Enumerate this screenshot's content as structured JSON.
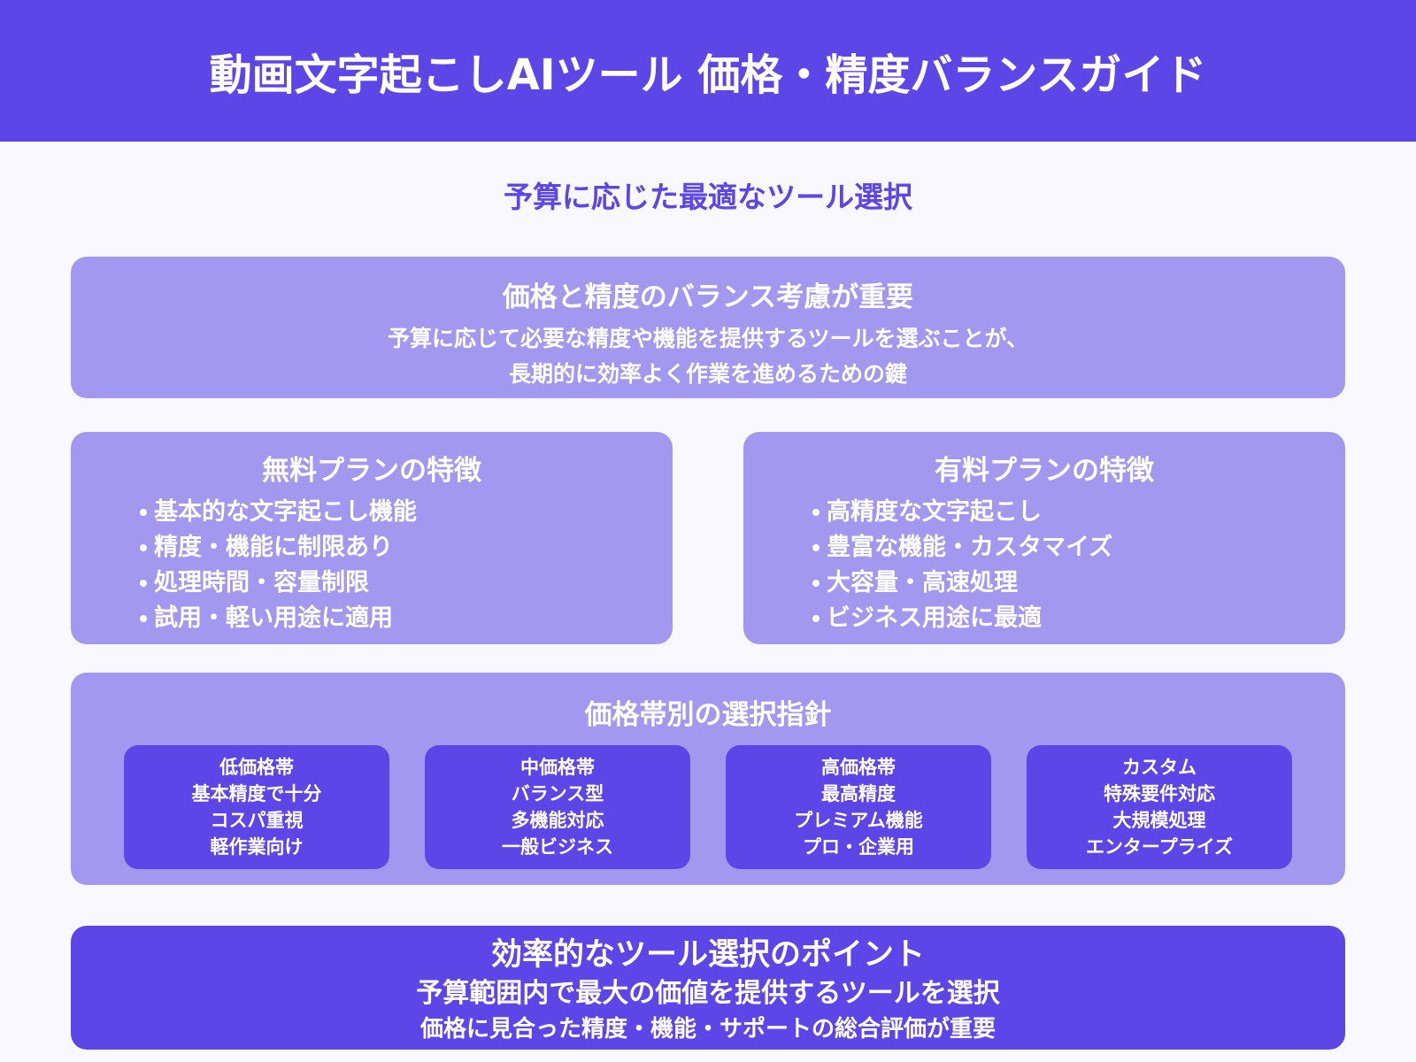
{
  "header": {
    "title": "動画文字起こしAIツール 価格・精度バランスガイド"
  },
  "subtitle": "予算に応じた最適なツール選択",
  "key_box": {
    "title": "価格と精度のバランス考慮が重要",
    "lines": [
      "予算に応じて必要な精度や機能を提供するツールを選ぶことが、",
      "長期的に効率よく作業を進めるための鍵"
    ]
  },
  "free_plan": {
    "title": "無料プランの特徴",
    "items": [
      "基本的な文字起こし機能",
      "精度・機能に制限あり",
      "処理時間・容量制限",
      "試用・軽い用途に適用"
    ]
  },
  "paid_plan": {
    "title": "有料プランの特徴",
    "items": [
      "高精度な文字起こし",
      "豊富な機能・カスタマイズ",
      "大容量・高速処理",
      "ビジネス用途に最適"
    ]
  },
  "tiers": {
    "title": "価格帯別の選択指針",
    "cards": [
      {
        "name": "低価格帯",
        "lines": [
          "基本精度で十分",
          "コスパ重視",
          "軽作業向け"
        ]
      },
      {
        "name": "中価格帯",
        "lines": [
          "バランス型",
          "多機能対応",
          "一般ビジネス"
        ]
      },
      {
        "name": "高価格帯",
        "lines": [
          "最高精度",
          "プレミアム機能",
          "プロ・企業用"
        ]
      },
      {
        "name": "カスタム",
        "lines": [
          "特殊要件対応",
          "大規模処理",
          "エンタープライズ"
        ]
      }
    ]
  },
  "point": {
    "title": "効率的なツール選択のポイント",
    "line1": "予算範囲内で最大の価値を提供するツールを選択",
    "line2": "価格に見合った精度・機能・サポートの総合評価が重要"
  },
  "colors": {
    "primary": "#5d46e8",
    "light": "#a398ef",
    "background": "#f8f8fe",
    "text_on_color": "#ffffff"
  }
}
